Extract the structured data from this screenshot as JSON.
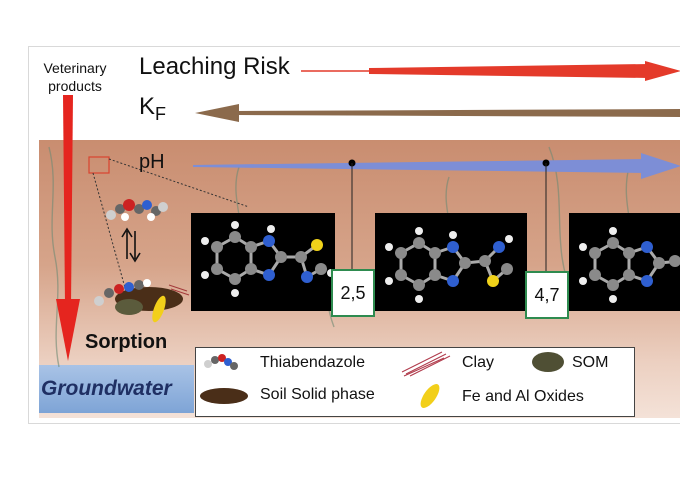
{
  "labels": {
    "veterinary": "Veterinary products",
    "leaching_risk": "Leaching Risk",
    "kf_main": "K",
    "kf_sub": "F",
    "ph": "pH",
    "sorption": "Sorption",
    "groundwater": "Groundwater"
  },
  "ph_values": [
    "2,5",
    "4,7"
  ],
  "legend": {
    "thiabendazole": "Thiabendazole",
    "clay": "Clay",
    "som": "SOM",
    "soil_solid_phase": "Soil Solid phase",
    "fe_al_oxides": "Fe and Al Oxides"
  },
  "colors": {
    "leaching_arrow": "#e43a2a",
    "kf_arrow": "#8b6a4c",
    "ph_arrow": "#7d8ed6",
    "down_arrow": "#e5251f",
    "box_border": "#2e8b4f"
  }
}
